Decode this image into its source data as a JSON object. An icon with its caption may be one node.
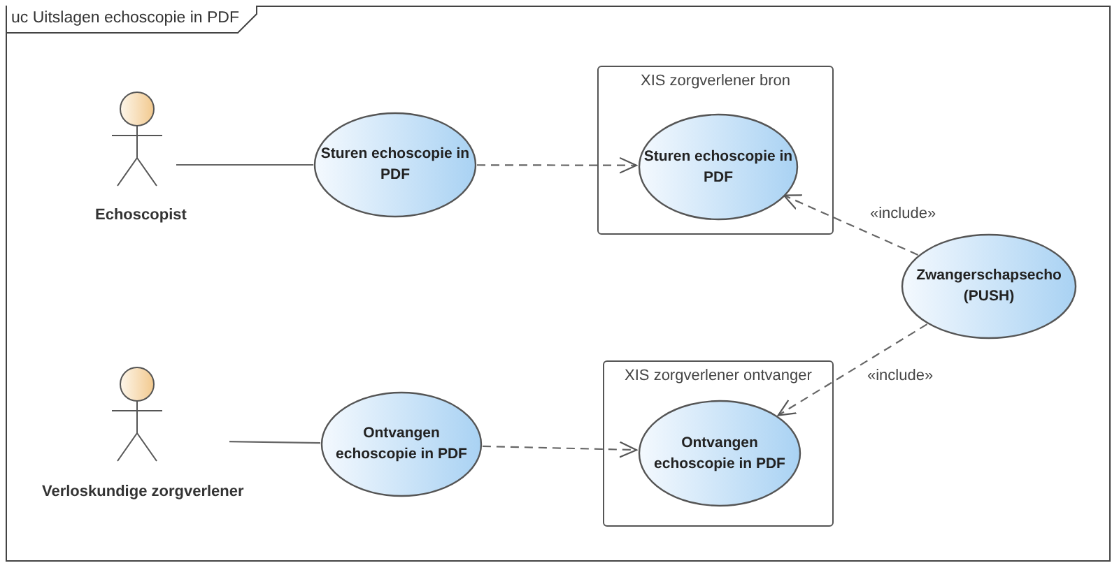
{
  "diagram": {
    "title": "uc Uitslagen echoscopie in PDF",
    "nodes": [
      {
        "text": [
          "Echoscopist"
        ]
      },
      {
        "text": [
          "Sturen echoscopie in PDF"
        ]
      },
      {
        "text": [
          "XIS zorgverlener bron"
        ]
      },
      {
        "text": [
          "Sturen echoscopie in PDF"
        ],
        "in": 2
      },
      {
        "text": [
          "Zwangerschapsecho (PUSH)"
        ]
      },
      {
        "text": [
          "Verloskundige zorgverlener"
        ]
      },
      {
        "text": [
          "Ontvangen echoscopie in PDF"
        ]
      },
      {
        "text": [
          "XIS zorgverlener ontvanger"
        ]
      },
      {
        "text": [
          "Ontvangen echoscopie in PDF"
        ],
        "in": 7
      }
    ],
    "edges": [
      {
        "from": 0,
        "to": 1,
        "arrow": "none"
      },
      {
        "from": 1,
        "to": 3,
        "arrow": "to",
        "style": "dashed"
      },
      {
        "from": 4,
        "to": 3,
        "arrow": "to",
        "style": "dashed",
        "label": "«include»"
      },
      {
        "from": 5,
        "to": 6,
        "arrow": "none"
      },
      {
        "from": 6,
        "to": 8,
        "arrow": "to",
        "style": "dashed"
      },
      {
        "from": 4,
        "to": 8,
        "arrow": "to",
        "style": "dashed",
        "label": "«include»"
      }
    ]
  }
}
